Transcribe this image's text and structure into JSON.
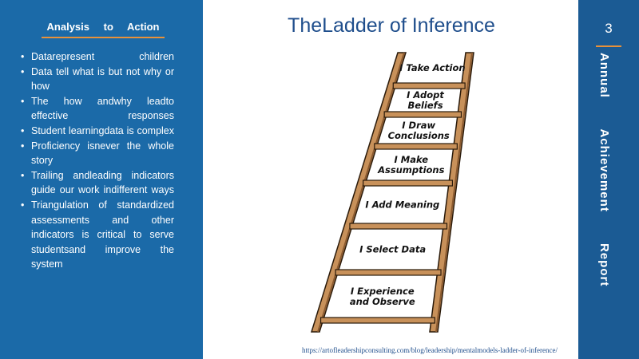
{
  "left_panel": {
    "header": "Analysis to Action",
    "bullets": [
      "Datarepresent children",
      "Data tell what is but not why or how",
      "The how andwhy leadto effective responses",
      "Student learningdata is complex",
      "Proficiency isnever the whole story",
      "Trailing andleading indicators guide our work indifferent ways",
      "Triangulation of standardized assessments and other indicators is critical to serve studentsand improve the system"
    ]
  },
  "slide": {
    "title": "TheLadder of Inference",
    "source_url": "https://artofleadershipconsulting.com/blog/leadership/mentalmodels-ladder-of-inference/"
  },
  "ladder": {
    "rungs": [
      "I Take Action",
      "I Adopt Beliefs",
      "I Draw Conclusions",
      "I Make Assumptions",
      "I Add Meaning",
      "I Select Data",
      "I Experience and Observe"
    ],
    "colors": {
      "wood": "#c8915a",
      "wood_dark": "#8a5a30",
      "outline": "#2a1a0a"
    }
  },
  "right_panel": {
    "page_number": "3",
    "vertical_title": "Annual Achievement Report"
  },
  "colors": {
    "left_bg": "#1b6aa8",
    "right_bg": "#1b5b94",
    "accent": "#e8913a",
    "title": "#1f4e8c"
  }
}
